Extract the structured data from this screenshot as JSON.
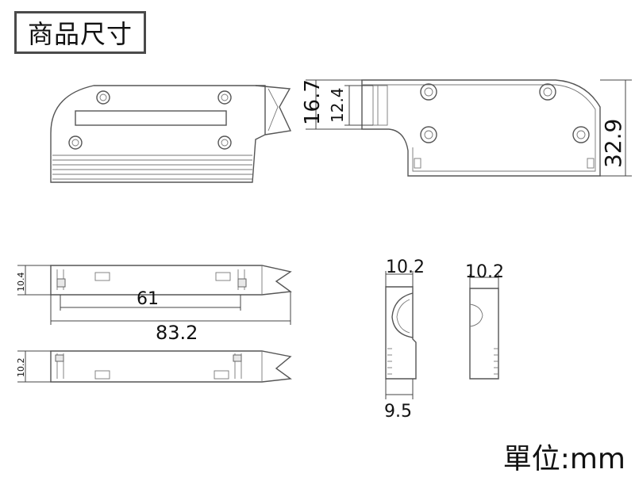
{
  "title": "商品尺寸",
  "unit": "單位:mm",
  "dimensions": {
    "height_total": "16.7",
    "height_inner": "12.4",
    "depth": "32.9",
    "side_height": "10.4",
    "hole_spacing": "61",
    "length": "83.2",
    "bottom_height": "10.2",
    "end_width_a": "10.2",
    "end_width_b": "10.2",
    "end_depth": "9.5"
  },
  "colors": {
    "line": "#555555",
    "dimension": "#444444",
    "text": "#111111",
    "frame": "#4a4a4a"
  }
}
